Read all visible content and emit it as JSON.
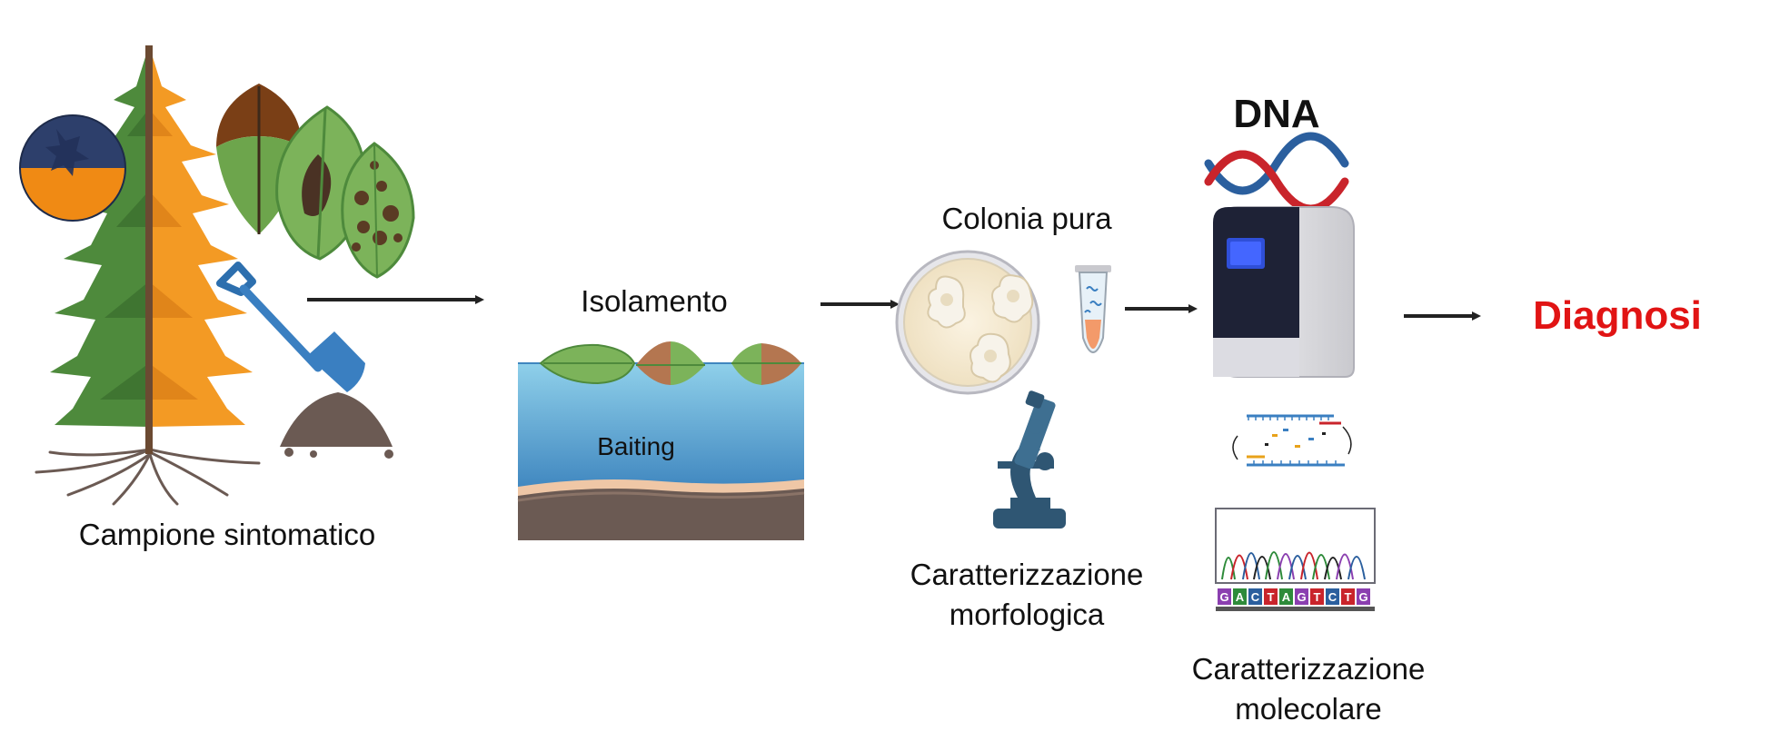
{
  "labels": {
    "symptomatic_sample": "Campione sintomatico",
    "isolation": "Isolamento",
    "baiting": "Baiting",
    "pure_colony": "Colonia pura",
    "morphological_line1": "Caratterizzazione",
    "morphological_line2": "morfologica",
    "dna": "DNA",
    "molecular_line1": "Caratterizzazione",
    "molecular_line2": "molecolare",
    "diagnosis": "Diagnosi"
  },
  "sequence_letters": [
    "G",
    "A",
    "C",
    "T",
    "A",
    "G",
    "T",
    "C",
    "T",
    "G"
  ],
  "colors": {
    "arrow": "#222222",
    "diagnosis": "#e11414",
    "healthy_green": "#4e8a3c",
    "disease_orange": "#f39a24",
    "blueberry_blue": "#2d3f6b",
    "water_top": "#8fd0ea",
    "water_bottom": "#3f86bf",
    "soil": "#6b5a53",
    "shovel": "#3a7fc1",
    "microscope": "#2f5673",
    "dna_red": "#c9242b",
    "dna_blue": "#2b5f9e"
  },
  "icons": [
    "blueberry-icon",
    "half-dead-tree-icon",
    "diseased-leaves-icon",
    "shovel-icon",
    "soil-mound-icon",
    "petri-dish-icon",
    "microtube-icon",
    "microscope-icon",
    "dna-helix-icon",
    "pcr-machine-icon",
    "pcr-amplification-icon",
    "chromatogram-icon"
  ]
}
